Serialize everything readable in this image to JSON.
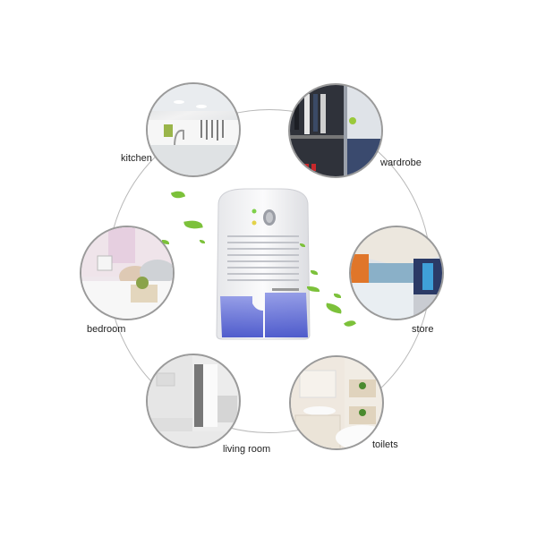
{
  "scenes": [
    {
      "id": "kitchen",
      "label": "kitchen"
    },
    {
      "id": "wardrobe",
      "label": "wardrobe"
    },
    {
      "id": "bedroom",
      "label": "bedroom"
    },
    {
      "id": "store",
      "label": "store"
    },
    {
      "id": "living-room",
      "label": "living room"
    },
    {
      "id": "toilets",
      "label": "toilets"
    }
  ],
  "colors": {
    "ring": "#b9b9b9",
    "photo_border": "#9a9a9a",
    "leaf": "#7cc13a",
    "tank": "#5a66d6",
    "body": "#f7f7f9"
  }
}
